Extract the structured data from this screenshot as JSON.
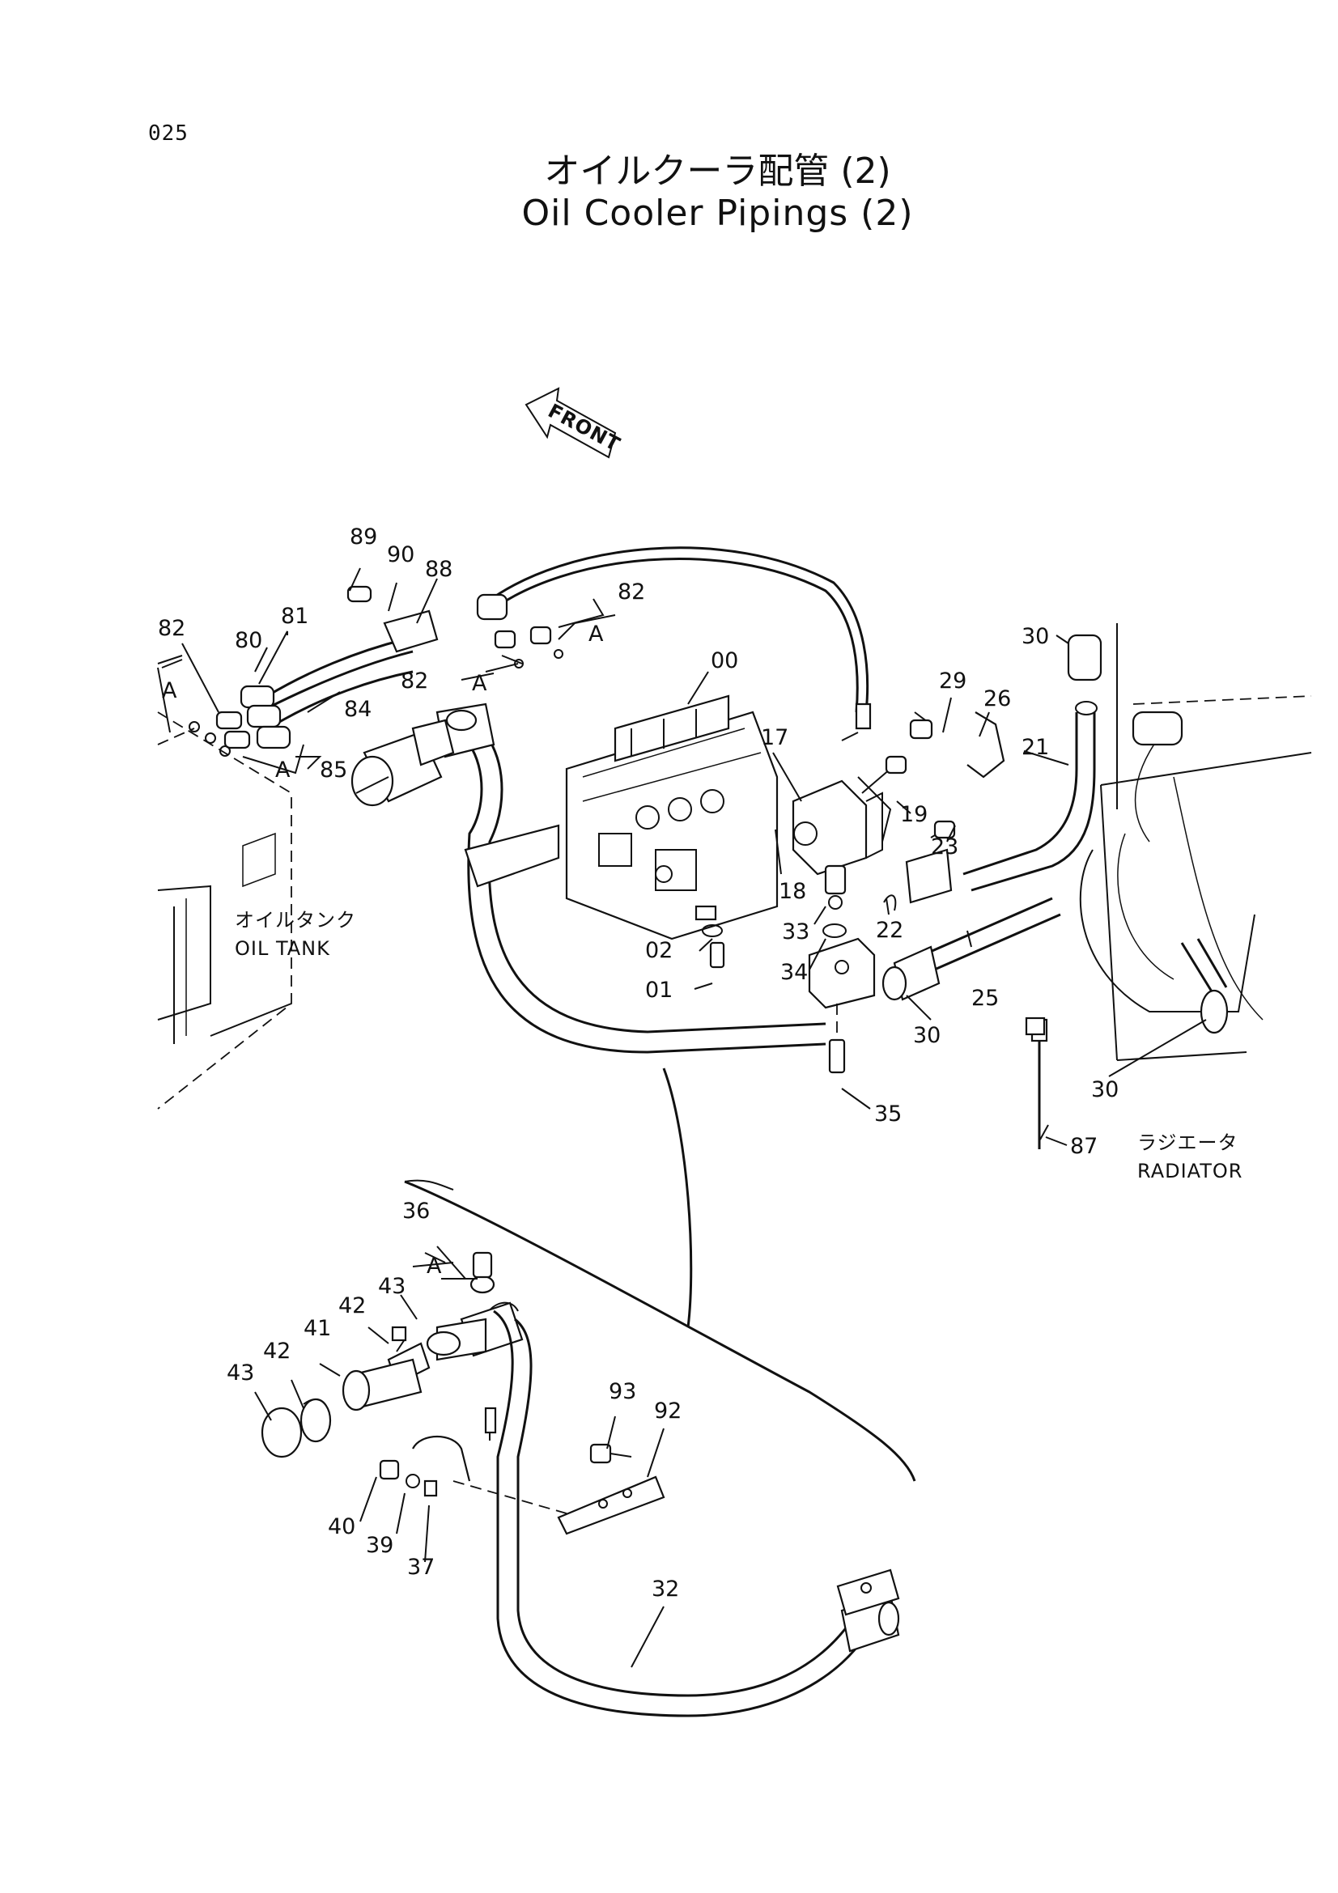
{
  "page_number": "025",
  "title_jp": "オイルクーラ配管 (2)",
  "title_en": "Oil Cooler Pipings (2)",
  "front_arrow": "FRONT",
  "annotations": {
    "oil_tank_jp": "オイルタンク",
    "oil_tank_en": "OIL TANK",
    "radiator_jp": "ラジエータ",
    "radiator_en": "RADIATOR"
  },
  "callouts": {
    "c89": "89",
    "c90": "90",
    "c88": "88",
    "c82a": "82",
    "c82b": "82",
    "c82c": "82",
    "c81": "81",
    "c80": "80",
    "cA1": "A",
    "cA2": "A",
    "cA3": "A",
    "cA4": "A",
    "cA5": "A",
    "c85": "85",
    "c84": "84",
    "c00": "00",
    "c17": "17",
    "c29": "29",
    "c26": "26",
    "c30a": "30",
    "c21": "21",
    "c19": "19",
    "c23": "23",
    "c18": "18",
    "c22": "22",
    "c33": "33",
    "c02": "02",
    "c34": "34",
    "c01": "01",
    "c25": "25",
    "c30b": "30",
    "c30c": "30",
    "c35": "35",
    "c87": "87",
    "c36": "36",
    "c43a": "43",
    "c42a": "42",
    "c41": "41",
    "c42b": "42",
    "c43b": "43",
    "c93": "93",
    "c92": "92",
    "c40": "40",
    "c39": "39",
    "c37": "37",
    "c32": "32"
  }
}
